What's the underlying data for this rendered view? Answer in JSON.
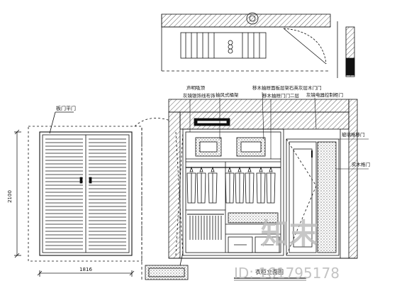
{
  "labels": {
    "door_leaf_label": "板门平门",
    "door_width_dim": "1816",
    "door_height_dim": "2100",
    "closet_callouts": [
      "声明吸顶",
      "灰镜银饰线布饰",
      "抽风式桶架",
      "移木抽屉面板层架石英灰层木门门",
      "移木抽屉门门二层",
      "灰镜电器控制柜门",
      "玻璃格移门",
      "实木格门"
    ],
    "elevation_title": "衣柜立面图"
  },
  "watermark": {
    "brand": "知末",
    "id_text": "ID: 161795178"
  },
  "colors": {
    "line": "#111111",
    "hatch": "#333333",
    "dim": "#222222",
    "watermark": "#bdbdbd"
  }
}
